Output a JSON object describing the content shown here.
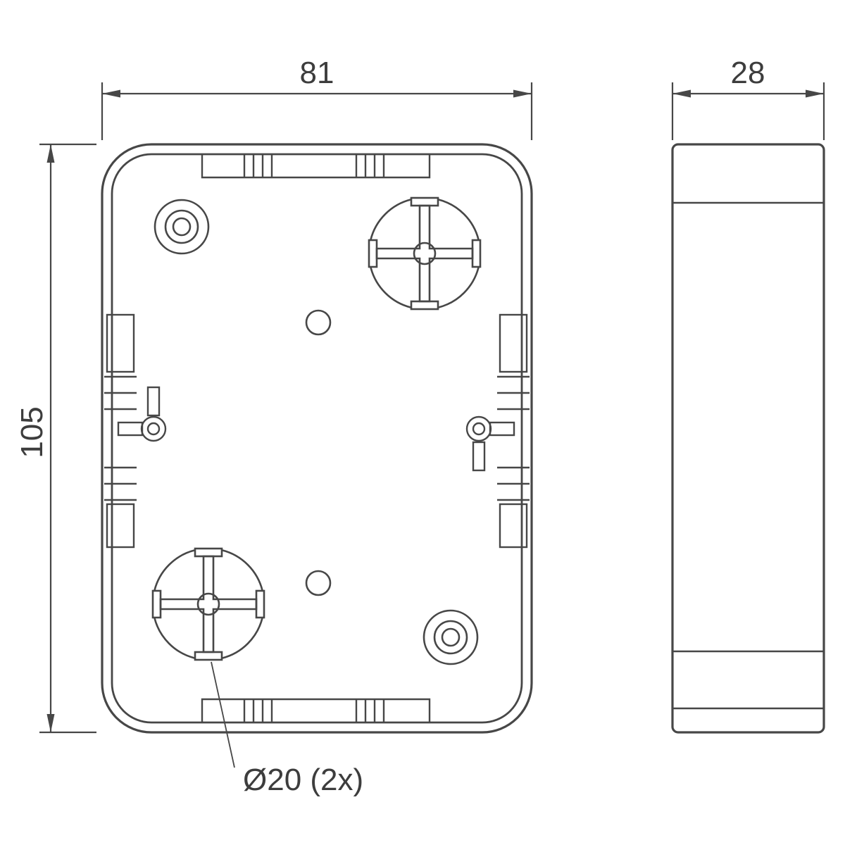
{
  "drawing": {
    "labels": {
      "front_width": "81",
      "front_height": "105",
      "side_depth": "28",
      "knockout_callout": "Ø20 (2x)"
    },
    "colors": {
      "line": "#474747",
      "text": "#3d3d3d",
      "background": "#ffffff"
    }
  }
}
